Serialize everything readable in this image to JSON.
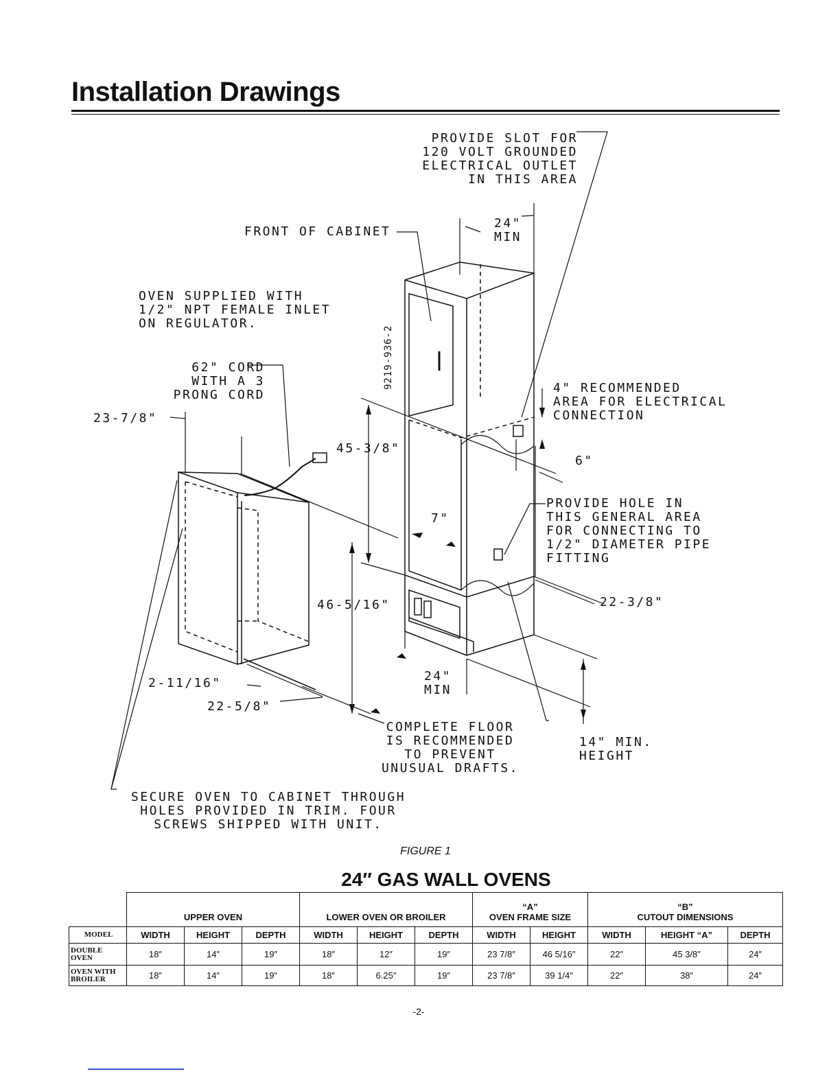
{
  "page": {
    "title": "Installation Drawings",
    "caption": "FIGURE 1",
    "page_number": "-2-"
  },
  "drawing": {
    "part_number": "9219-936-2",
    "labels": {
      "slot": "PROVIDE SLOT FOR\n120 VOLT GROUNDED\nELECTRICAL OUTLET\nIN THIS AREA",
      "front": "FRONT OF CABINET",
      "min24_top": "24\"\nMIN",
      "oven_supplied": "OVEN SUPPLIED WITH\n1/2\" NPT FEMALE INLET\nON REGULATOR.",
      "cord": "62\" CORD\nWITH A 3\nPRONG CORD",
      "w2378": "23-7/8\"",
      "h4538": "45-3/8\"",
      "recommended": "4\" RECOMMENDED\nAREA FOR ELECTRICAL\nCONNECTION",
      "six": "6\"",
      "seven": "7\"",
      "hole": "PROVIDE HOLE IN\nTHIS GENERAL AREA\nFOR CONNECTING TO\n1/2\" DIAMETER PIPE\nFITTING",
      "h46516": "46-5/16\"",
      "d2238": "22-3/8\"",
      "w21116": "2-11/16\"",
      "min24_bottom": "24\"\nMIN",
      "d2258": "22-5/8\"",
      "floor": "COMPLETE FLOOR\nIS RECOMMENDED\nTO PREVENT\nUNUSUAL DRAFTS.",
      "height14": "14\" MIN.\nHEIGHT",
      "secure": "SECURE OVEN TO CABINET THROUGH\nHOLES PROVIDED IN TRIM. FOUR\nSCREWS SHIPPED WITH UNIT."
    }
  },
  "table": {
    "title": "24″ GAS WALL OVENS",
    "groups": [
      {
        "quote": "",
        "name": "UPPER OVEN"
      },
      {
        "quote": "",
        "name": "LOWER OVEN OR BROILER"
      },
      {
        "quote": "“A”",
        "name": "OVEN FRAME SIZE"
      },
      {
        "quote": "“B”",
        "name": "CUTOUT DIMENSIONS"
      }
    ],
    "columns": [
      "MODEL",
      "WIDTH",
      "HEIGHT",
      "DEPTH",
      "WIDTH",
      "HEIGHT",
      "DEPTH",
      "WIDTH",
      "HEIGHT",
      "WIDTH",
      "HEIGHT “A”",
      "DEPTH"
    ],
    "rows": [
      {
        "model_line1": "DOUBLE",
        "model_line2": "OVEN",
        "cells": [
          "18″",
          "14″",
          "19″",
          "18″",
          "12″",
          "19″",
          "23 7/8″",
          "46 5/16″",
          "22″",
          "45 3/8″",
          "24″"
        ]
      },
      {
        "model_line1": "OVEN WITH",
        "model_line2": "BROILER",
        "cells": [
          "18″",
          "14″",
          "19″",
          "18″",
          "6.25″",
          "19″",
          "23 7/8″",
          "39 1/4″",
          "22″",
          "38″",
          "24″"
        ]
      }
    ]
  }
}
